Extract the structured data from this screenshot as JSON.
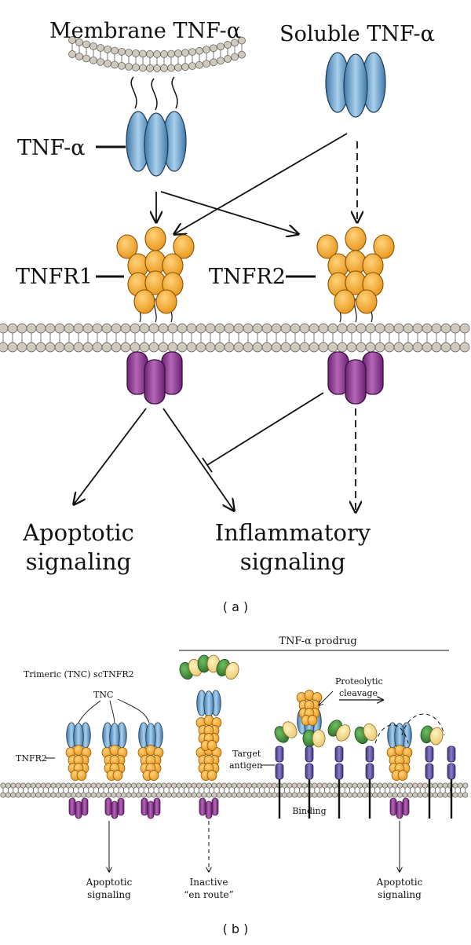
{
  "panel_a": {
    "membrane_label": "Membrane TNF-α",
    "soluble_label": "Soluble TNF-α",
    "tnf_alpha_label": "TNF-α",
    "tnfr1_label": "TNFR1",
    "tnfr2_label": "TNFR2",
    "apoptotic_line1": "Apoptotic",
    "apoptotic_line2": "signaling",
    "inflammatory_line1": "Inflammatory",
    "inflammatory_line2": "signaling",
    "caption": "( a )"
  },
  "panel_b": {
    "prodrug_label": "TNF-α prodrug",
    "trimeric_label": "Trimeric (TNC) scTNFR2",
    "tnc_label": "TNC",
    "tnfr2_label": "TNFR2",
    "proteolytic_line1": "Proteolytic",
    "proteolytic_line2": "cleavage",
    "target_line1": "Target",
    "target_line2": "antigen",
    "binding_label": "Binding",
    "apoptotic1_line1": "Apoptotic",
    "apoptotic1_line2": "signaling",
    "inactive_line1": "Inactive",
    "inactive_line2": "“en route”",
    "apoptotic2_line1": "Apoptotic",
    "apoptotic2_line2": "signaling",
    "caption": "( b )"
  },
  "colors": {
    "tnf_blue": "#6fa8d0",
    "receptor_orange": "#f5a623",
    "intracellular_purple": "#8e3b8e",
    "antigen_purple": "#5a4a9c",
    "scfv_green": "#3f8a3c",
    "scfv_yellow": "#f3dc8c",
    "lipid": "#bdb8a8"
  }
}
